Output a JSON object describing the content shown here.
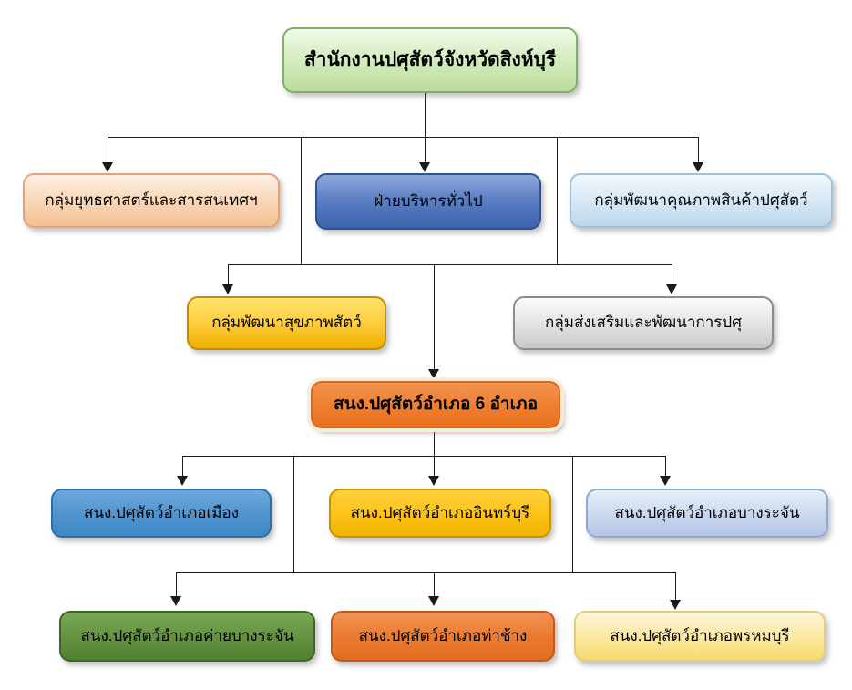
{
  "diagram": {
    "type": "org-chart",
    "background": "#ffffff",
    "connector_color": "#000000",
    "nodes": {
      "provincial_office": {
        "label": "สำนักงานปศุสัตว์จังหวัดสิงห์บุรี",
        "fill": "#d6edc2",
        "border": "#85ad63",
        "level": 1
      },
      "strategy_info_group": {
        "label": "กลุ่มยุทธศาสตร์และสารสนเทศฯ",
        "fill": "#f9d7b8",
        "border": "#e5a177",
        "level": 2
      },
      "general_admin": {
        "label": "ฝ่ายบริหารทั่วไป",
        "fill": "#5c7fc4",
        "border": "#2e5191",
        "level": 2
      },
      "product_quality_group": {
        "label": "กลุ่มพัฒนาคุณภาพสินค้าปศุสัตว์",
        "fill": "#d7e8f5",
        "border": "#9dc2e0",
        "level": 2
      },
      "animal_health_group": {
        "label": "กลุ่มพัฒนาสุขภาพสัตว์",
        "fill": "#ffd042",
        "border": "#c18e00",
        "level": 3
      },
      "promotion_dev_group": {
        "label": "กลุ่มส่งเสริมและพัฒนาการปศุ",
        "fill": "#e4e4e4",
        "border": "#8c8c8c",
        "level": 3
      },
      "district_offices_hub": {
        "label": "สนง.ปศุสัตว์อำเภอ 6 อำเภอ",
        "fill": "#ee7e2f",
        "border": "#d96a1e",
        "level": 4
      },
      "district_mueang": {
        "label": "สนง.ปศุสัตว์อำเภอเมือง",
        "fill": "#5295d0",
        "border": "#2d6da8",
        "level": 5
      },
      "district_inburi": {
        "label": "สนง.ปศุสัตว์อำเภออินทร์บุรี",
        "fill": "#fdc318",
        "border": "#c79400",
        "level": 5
      },
      "district_bangrachan": {
        "label": "สนง.ปศุสัตว์อำเภอบางระจัน",
        "fill": "#ccd9ef",
        "border": "#8ea9d2",
        "level": 5
      },
      "district_khai_bangrachan": {
        "label": "สนง.ปศุสัตว์อำเภอค่ายบางระจัน",
        "fill": "#649441",
        "border": "#3e6625",
        "level": 6
      },
      "district_thachang": {
        "label": "สนง.ปศุสัตว์อำเภอท่าช้าง",
        "fill": "#ea7b31",
        "border": "#c4571b",
        "level": 6
      },
      "district_phromburi": {
        "label": "สนง.ปศุสัตว์อำเภอพรหมบุรี",
        "fill": "#fbe9a4",
        "border": "#e3cf7a",
        "level": 6
      }
    },
    "edges": [
      [
        "provincial_office",
        "strategy_info_group"
      ],
      [
        "provincial_office",
        "general_admin"
      ],
      [
        "provincial_office",
        "product_quality_group"
      ],
      [
        "provincial_office",
        "animal_health_group"
      ],
      [
        "provincial_office",
        "promotion_dev_group"
      ],
      [
        "provincial_office",
        "district_offices_hub"
      ],
      [
        "district_offices_hub",
        "district_mueang"
      ],
      [
        "district_offices_hub",
        "district_inburi"
      ],
      [
        "district_offices_hub",
        "district_bangrachan"
      ],
      [
        "district_offices_hub",
        "district_khai_bangrachan"
      ],
      [
        "district_offices_hub",
        "district_thachang"
      ],
      [
        "district_offices_hub",
        "district_phromburi"
      ]
    ]
  }
}
